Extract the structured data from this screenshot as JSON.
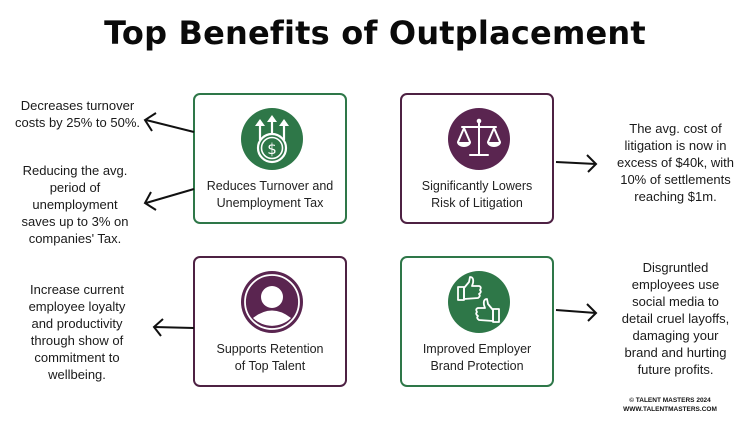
{
  "title": "Top Benefits of Outplacement",
  "colors": {
    "green": "#2e7748",
    "purple": "#5a2550",
    "text": "#1a1a1a"
  },
  "benefits": [
    {
      "label_line1": "Reduces Turnover and",
      "label_line2": "Unemployment Tax",
      "icon": "money-growth-icon",
      "color": "green",
      "notes": [
        {
          "lines": [
            "Decreases turnover",
            "costs by 25% to 50%."
          ]
        },
        {
          "lines": [
            "Reducing the avg.",
            "period of",
            "unemployment",
            "saves up to 3% on",
            "companies' Tax."
          ]
        }
      ]
    },
    {
      "label_line1": "Significantly Lowers",
      "label_line2": "Risk of Litigation",
      "icon": "scales-of-justice-icon",
      "color": "purple",
      "notes": [
        {
          "lines": [
            "The avg. cost of",
            "litigation is now in",
            "excess of $40k, with",
            "10% of settlements",
            "reaching $1m."
          ]
        }
      ]
    },
    {
      "label_line1": "Supports Retention",
      "label_line2": "of Top Talent",
      "icon": "user-avatar-icon",
      "color": "purple",
      "notes": [
        {
          "lines": [
            "Increase current",
            "employee loyalty",
            "and productivity",
            "through show of",
            "commitment to",
            "wellbeing."
          ]
        }
      ]
    },
    {
      "label_line1": "Improved Employer",
      "label_line2": "Brand Protection",
      "icon": "thumbs-up-icon",
      "color": "green",
      "notes": [
        {
          "lines": [
            "Disgruntled",
            "employees use",
            "social media to",
            "detail cruel layoffs,",
            "damaging your",
            "brand and hurting",
            "future profits."
          ]
        }
      ]
    }
  ],
  "footer": {
    "copyright": "© TALENT MASTERS 2024",
    "website": "WWW.TALENTMASTERS.COM"
  }
}
